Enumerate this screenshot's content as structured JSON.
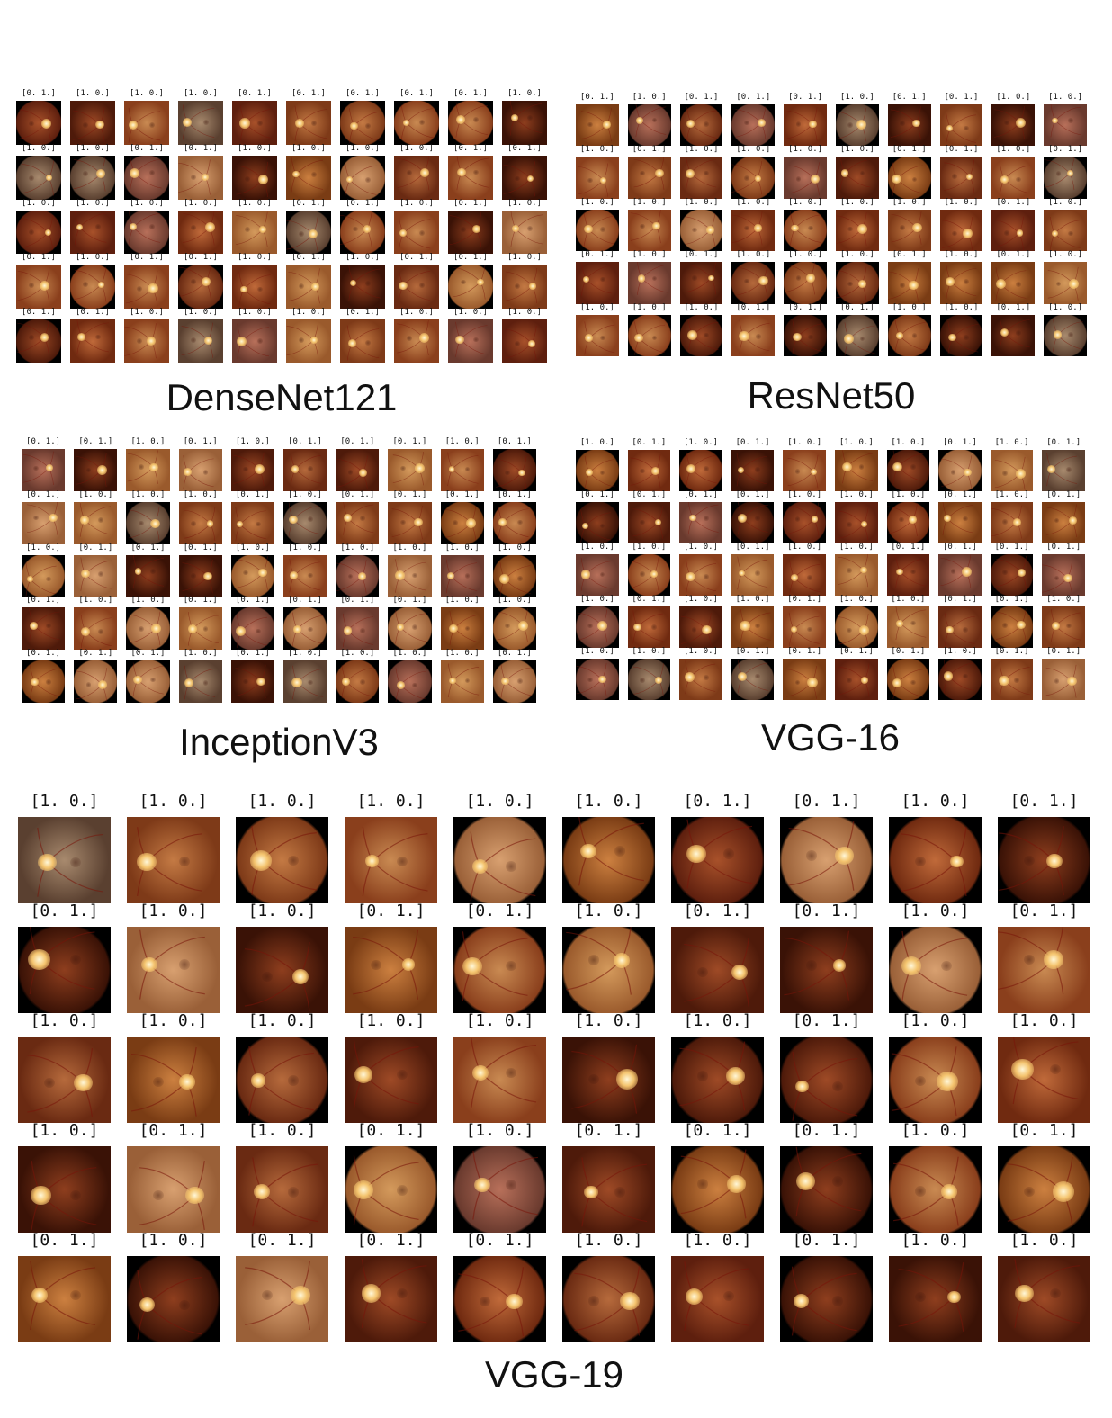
{
  "panels": [
    {
      "id": "densenet121",
      "caption": "DenseNet121",
      "labels": [
        [
          "[0. 1.]",
          "[1. 0.]",
          "[1. 0.]",
          "[1. 0.]",
          "[0. 1.]",
          "[0. 1.]",
          "[0. 1.]",
          "[0. 1.]",
          "[0. 1.]",
          "[1. 0.]"
        ],
        [
          "[1. 0.]",
          "[1. 0.]",
          "[0. 1.]",
          "[0. 1.]",
          "[1. 0.]",
          "[1. 0.]",
          "[1. 0.]",
          "[1. 0.]",
          "[0. 1.]",
          "[0. 1.]"
        ],
        [
          "[1. 0.]",
          "[1. 0.]",
          "[1. 0.]",
          "[1. 0.]",
          "[1. 0.]",
          "[0. 1.]",
          "[0. 1.]",
          "[1. 0.]",
          "[0. 1.]",
          "[1. 0.]"
        ],
        [
          "[0. 1.]",
          "[1. 0.]",
          "[0. 1.]",
          "[0. 1.]",
          "[1. 0.]",
          "[0. 1.]",
          "[1. 0.]",
          "[0. 1.]",
          "[0. 1.]",
          "[1. 0.]"
        ],
        [
          "[0. 1.]",
          "[0. 1.]",
          "[1. 0.]",
          "[1. 0.]",
          "[1. 0.]",
          "[1. 0.]",
          "[0. 1.]",
          "[1. 0.]",
          "[1. 0.]",
          "[1. 0.]"
        ]
      ]
    },
    {
      "id": "resnet50",
      "caption": "ResNet50",
      "labels": [
        [
          "[0. 1.]",
          "[1. 0.]",
          "[0. 1.]",
          "[0. 1.]",
          "[0. 1.]",
          "[1. 0.]",
          "[0. 1.]",
          "[0. 1.]",
          "[1. 0.]",
          "[1. 0.]"
        ],
        [
          "[1. 0.]",
          "[0. 1.]",
          "[1. 0.]",
          "[1. 0.]",
          "[1. 0.]",
          "[1. 0.]",
          "[0. 1.]",
          "[0. 1.]",
          "[1. 0.]",
          "[0. 1.]"
        ],
        [
          "[1. 0.]",
          "[1. 0.]",
          "[1. 0.]",
          "[1. 0.]",
          "[1. 0.]",
          "[1. 0.]",
          "[1. 0.]",
          "[1. 0.]",
          "[0. 1.]",
          "[1. 0.]"
        ],
        [
          "[0. 1.]",
          "[1. 0.]",
          "[0. 1.]",
          "[1. 0.]",
          "[1. 0.]",
          "[1. 0.]",
          "[0. 1.]",
          "[1. 0.]",
          "[0. 1.]",
          "[1. 0.]"
        ],
        [
          "[1. 0.]",
          "[1. 0.]",
          "[1. 0.]",
          "[0. 1.]",
          "[0. 1.]",
          "[0. 1.]",
          "[1. 0.]",
          "[1. 0.]",
          "[0. 1.]",
          "[1. 0.]"
        ]
      ]
    },
    {
      "id": "inceptionv3",
      "caption": "InceptionV3",
      "labels": [
        [
          "[0. 1.]",
          "[0. 1.]",
          "[1. 0.]",
          "[0. 1.]",
          "[1. 0.]",
          "[0. 1.]",
          "[0. 1.]",
          "[0. 1.]",
          "[1. 0.]",
          "[0. 1.]"
        ],
        [
          "[0. 1.]",
          "[1. 0.]",
          "[1. 0.]",
          "[1. 0.]",
          "[0. 1.]",
          "[1. 0.]",
          "[0. 1.]",
          "[0. 1.]",
          "[0. 1.]",
          "[0. 1.]"
        ],
        [
          "[1. 0.]",
          "[0. 1.]",
          "[0. 1.]",
          "[0. 1.]",
          "[1. 0.]",
          "[1. 0.]",
          "[1. 0.]",
          "[1. 0.]",
          "[1. 0.]",
          "[1. 0.]"
        ],
        [
          "[0. 1.]",
          "[1. 0.]",
          "[1. 0.]",
          "[0. 1.]",
          "[0. 1.]",
          "[0. 1.]",
          "[0. 1.]",
          "[0. 1.]",
          "[1. 0.]",
          "[1. 0.]"
        ],
        [
          "[0. 1.]",
          "[0. 1.]",
          "[0. 1.]",
          "[1. 0.]",
          "[0. 1.]",
          "[1. 0.]",
          "[1. 0.]",
          "[1. 0.]",
          "[1. 0.]",
          "[0. 1.]"
        ]
      ]
    },
    {
      "id": "vgg16",
      "caption": "VGG-16",
      "labels": [
        [
          "[1. 0.]",
          "[0. 1.]",
          "[1. 0.]",
          "[0. 1.]",
          "[1. 0.]",
          "[1. 0.]",
          "[1. 0.]",
          "[0. 1.]",
          "[1. 0.]",
          "[0. 1.]"
        ],
        [
          "[0. 1.]",
          "[0. 1.]",
          "[0. 1.]",
          "[0. 1.]",
          "[1. 0.]",
          "[1. 0.]",
          "[1. 0.]",
          "[0. 1.]",
          "[1. 0.]",
          "[0. 1.]"
        ],
        [
          "[1. 0.]",
          "[1. 0.]",
          "[1. 0.]",
          "[0. 1.]",
          "[1. 0.]",
          "[1. 0.]",
          "[0. 1.]",
          "[0. 1.]",
          "[0. 1.]",
          "[0. 1.]"
        ],
        [
          "[1. 0.]",
          "[0. 1.]",
          "[1. 0.]",
          "[1. 0.]",
          "[0. 1.]",
          "[1. 0.]",
          "[1. 0.]",
          "[0. 1.]",
          "[0. 1.]",
          "[1. 0.]"
        ],
        [
          "[1. 0.]",
          "[1. 0.]",
          "[1. 0.]",
          "[0. 1.]",
          "[0. 1.]",
          "[0. 1.]",
          "[0. 1.]",
          "[1. 0.]",
          "[0. 1.]",
          "[0. 1.]"
        ]
      ]
    },
    {
      "id": "vgg19",
      "caption": "VGG-19",
      "labels": [
        [
          "[1. 0.]",
          "[1. 0.]",
          "[1. 0.]",
          "[1. 0.]",
          "[1. 0.]",
          "[1. 0.]",
          "[0. 1.]",
          "[0. 1.]",
          "[1. 0.]",
          "[0. 1.]"
        ],
        [
          "[0. 1.]",
          "[1. 0.]",
          "[1. 0.]",
          "[0. 1.]",
          "[0. 1.]",
          "[1. 0.]",
          "[0. 1.]",
          "[0. 1.]",
          "[1. 0.]",
          "[0. 1.]"
        ],
        [
          "[1. 0.]",
          "[1. 0.]",
          "[1. 0.]",
          "[1. 0.]",
          "[1. 0.]",
          "[1. 0.]",
          "[1. 0.]",
          "[0. 1.]",
          "[1. 0.]",
          "[1. 0.]"
        ],
        [
          "[1. 0.]",
          "[0. 1.]",
          "[1. 0.]",
          "[0. 1.]",
          "[1. 0.]",
          "[0. 1.]",
          "[0. 1.]",
          "[0. 1.]",
          "[1. 0.]",
          "[0. 1.]"
        ],
        [
          "[0. 1.]",
          "[1. 0.]",
          "[0. 1.]",
          "[0. 1.]",
          "[0. 1.]",
          "[1. 0.]",
          "[1. 0.]",
          "[0. 1.]",
          "[1. 0.]",
          "[1. 0.]"
        ]
      ]
    }
  ]
}
